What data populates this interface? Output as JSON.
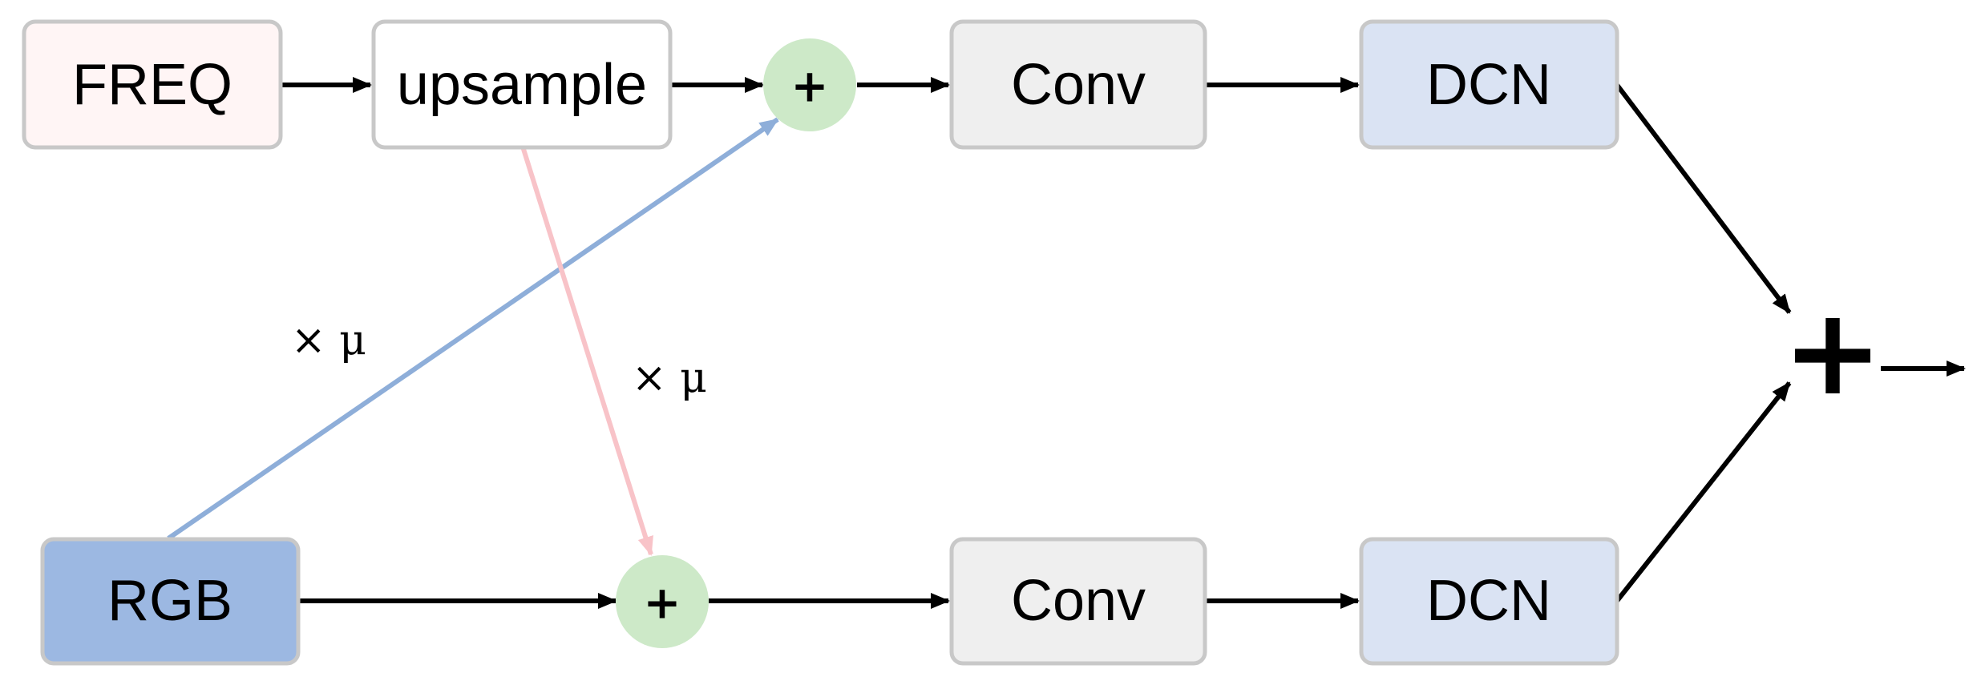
{
  "nodes": {
    "freq": {
      "label": "FREQ",
      "fill": "#fff5f5"
    },
    "upsample": {
      "label": "upsample",
      "fill": "#ffffff"
    },
    "conv_top": {
      "label": "Conv",
      "fill": "#efefef"
    },
    "dcn_top": {
      "label": "DCN",
      "fill": "#dae3f3"
    },
    "rgb": {
      "label": "RGB",
      "fill": "#9cb8e2"
    },
    "conv_bottom": {
      "label": "Conv",
      "fill": "#efefef"
    },
    "dcn_bottom": {
      "label": "DCN",
      "fill": "#dae3f3"
    }
  },
  "adders": {
    "top": {
      "symbol": "+",
      "fill": "#cde9c8"
    },
    "bottom": {
      "symbol": "+",
      "fill": "#cde9c8"
    },
    "final": {
      "symbol": "+"
    }
  },
  "edge_labels": {
    "rgb_to_top_adder": "× μ",
    "upsample_to_bottom_adder": "× μ"
  },
  "colors": {
    "arrow": "#000000",
    "rgb_cross_arrow": "#8eaed9",
    "freq_cross_arrow": "#f8c3c8",
    "box_border": "#c8c8c8"
  }
}
